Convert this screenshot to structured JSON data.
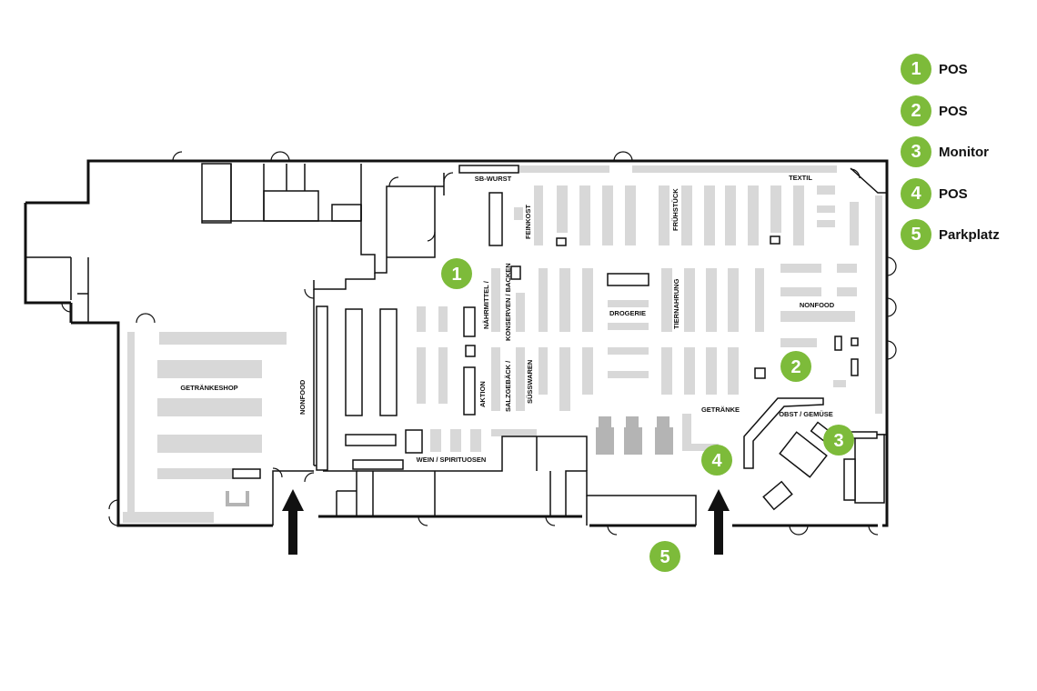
{
  "colors": {
    "accent_green": "#7dbb3a",
    "wall": "#111111",
    "shelf": "#d8d8d8",
    "shelf_dark": "#b4b4b4",
    "arrow": "#111111"
  },
  "legend": [
    {
      "number": "1",
      "label": "POS"
    },
    {
      "number": "2",
      "label": "POS"
    },
    {
      "number": "3",
      "label": "Monitor"
    },
    {
      "number": "4",
      "label": "POS"
    },
    {
      "number": "5",
      "label": "Parkplatz"
    }
  ],
  "markers": [
    "1",
    "2",
    "3",
    "4",
    "5"
  ],
  "areas": {
    "sb_wurst": "SB-WURST",
    "feinkost": "FEINKOST",
    "fruehstueck": "FRÜHSTÜCK",
    "textil": "TEXTIL",
    "naehrmittel": "NÄHRMITTEL /",
    "konserven": "KONSERVEN / BACKEN",
    "drogerie": "DROGERIE",
    "tiernahrung": "TIERNAHRUNG",
    "nonfood_right": "NONFOOD",
    "aktion": "AKTION",
    "salzgebaeck": "SALZGEBÄCK /",
    "suesswaren": "SÜSSWAREN",
    "getraenke": "GETRÄNKE",
    "obst_gemuese": "OBST / GEMÜSE",
    "getraenkeshop": "GETRÄNKESHOP",
    "nonfood_left": "NONFOOD",
    "wein": "WEIN / SPIRITUOSEN"
  }
}
